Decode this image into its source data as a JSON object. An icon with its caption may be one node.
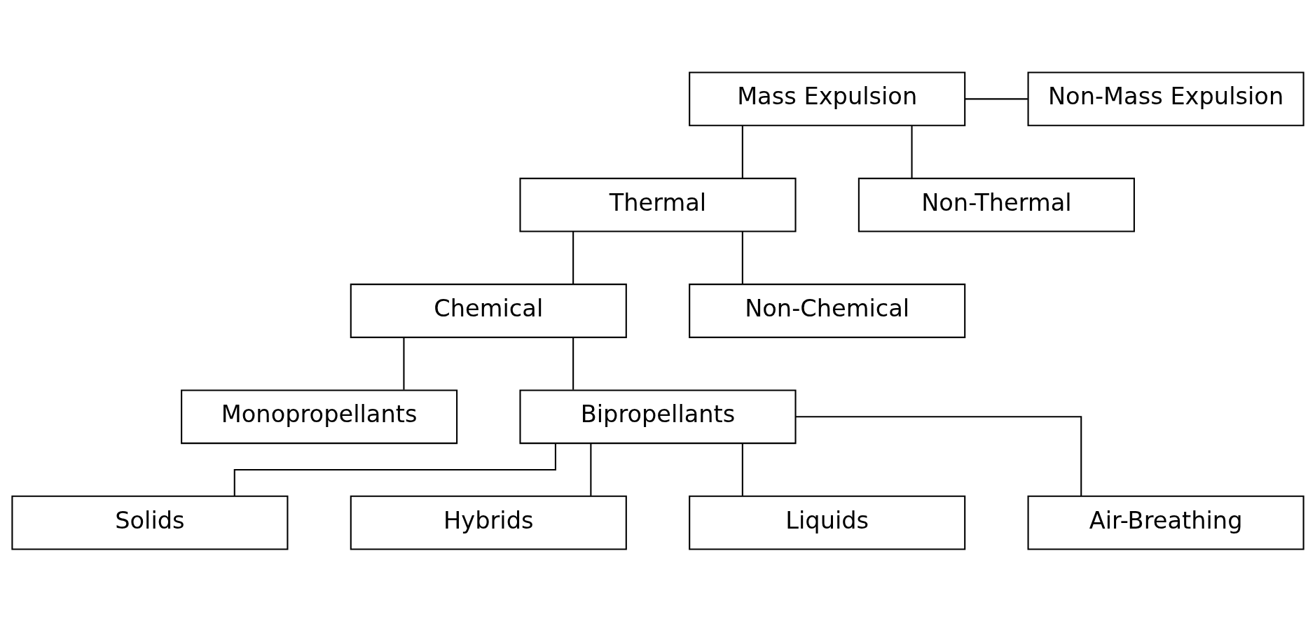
{
  "diagram": {
    "nodes": [
      {
        "text": [
          "Mass Expulsion"
        ]
      },
      {
        "text": [
          "Non-Mass Expulsion"
        ]
      },
      {
        "text": [
          "Thermal"
        ]
      },
      {
        "text": [
          "Non-Thermal"
        ]
      },
      {
        "text": [
          "Chemical"
        ]
      },
      {
        "text": [
          "Non-Chemical"
        ]
      },
      {
        "text": [
          "Monopropellants"
        ]
      },
      {
        "text": [
          "Bipropellants"
        ]
      },
      {
        "text": [
          "Solids"
        ]
      },
      {
        "text": [
          "Hybrids"
        ]
      },
      {
        "text": [
          "Liquids"
        ]
      },
      {
        "text": [
          "Air-Breathing"
        ]
      }
    ],
    "edges": [
      {
        "from": 0,
        "to": 1,
        "arrow": "none"
      },
      {
        "from": 0,
        "to": 2,
        "arrow": "none"
      },
      {
        "from": 0,
        "to": 3,
        "arrow": "none"
      },
      {
        "from": 2,
        "to": 4,
        "arrow": "none"
      },
      {
        "from": 2,
        "to": 5,
        "arrow": "none"
      },
      {
        "from": 4,
        "to": 6,
        "arrow": "none"
      },
      {
        "from": 4,
        "to": 7,
        "arrow": "none"
      },
      {
        "from": 7,
        "to": 8,
        "arrow": "none"
      },
      {
        "from": 7,
        "to": 9,
        "arrow": "none"
      },
      {
        "from": 7,
        "to": 10,
        "arrow": "none"
      },
      {
        "from": 7,
        "to": 11,
        "arrow": "none"
      }
    ]
  }
}
